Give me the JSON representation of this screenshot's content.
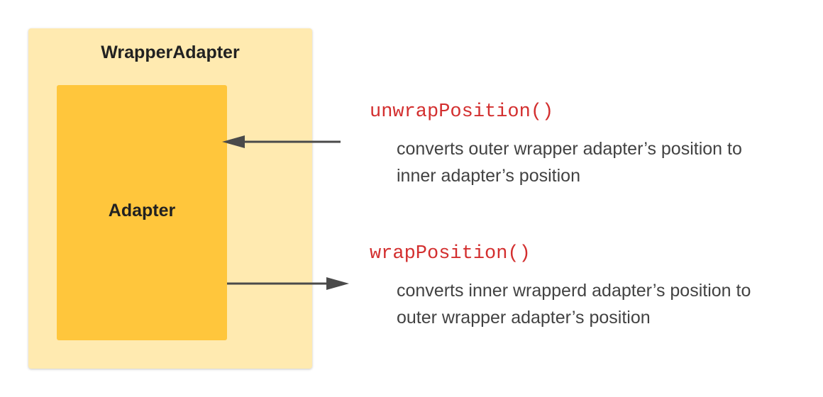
{
  "outer": {
    "title": "WrapperAdapter"
  },
  "inner": {
    "title": "Adapter"
  },
  "unwrap": {
    "method": "unwrapPosition()",
    "desc_line1": "converts outer wrapper adapter’s position to",
    "desc_line2": "inner adapter’s position"
  },
  "wrap": {
    "method": "wrapPosition()",
    "desc_line1": "converts inner wrapperd adapter’s position to",
    "desc_line2": "outer wrapper adapter’s position"
  },
  "colors": {
    "outer_box": "#ffeab0",
    "inner_box": "#ffc63c",
    "method_text": "#d32f2f",
    "arrow": "#4a4a4a"
  }
}
